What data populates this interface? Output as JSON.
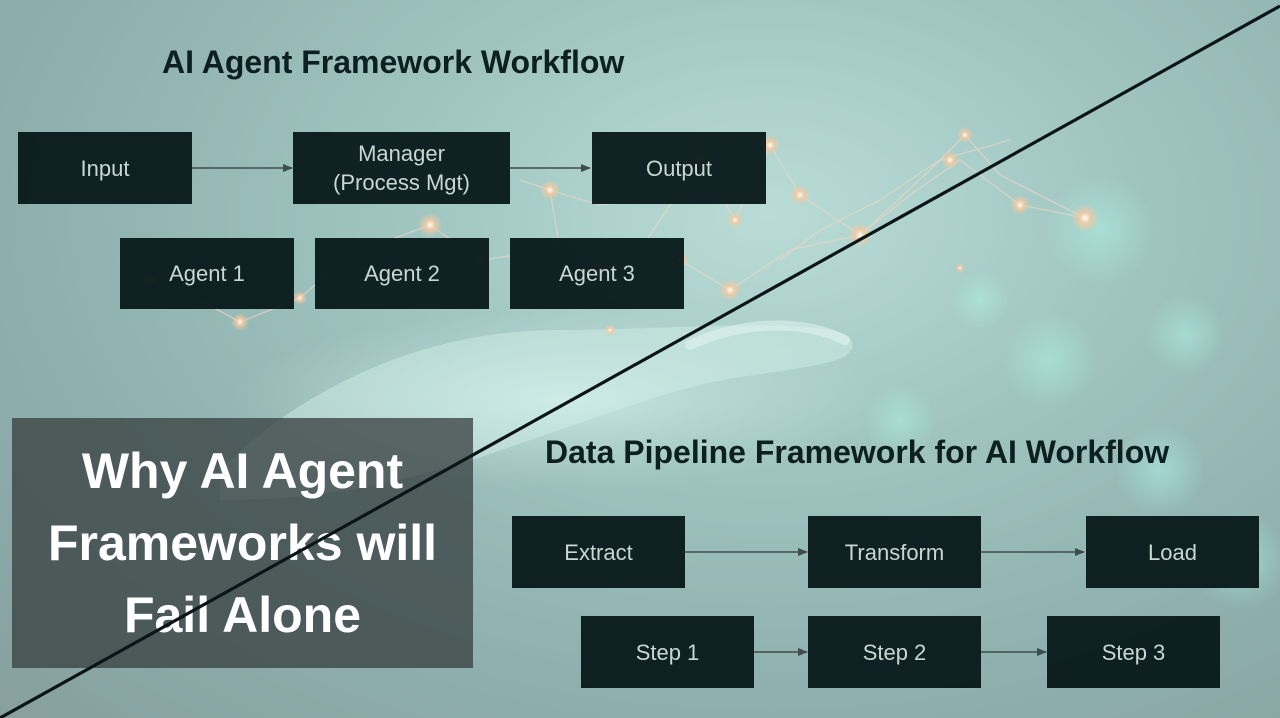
{
  "workflow": {
    "title": "AI Agent Framework Workflow",
    "input": "Input",
    "manager_line1": "Manager",
    "manager_line2": "(Process Mgt)",
    "output": "Output",
    "agents": [
      "Agent 1",
      "Agent 2",
      "Agent 3"
    ]
  },
  "pipeline": {
    "title": "Data Pipeline Framework for AI Workflow",
    "stages": [
      "Extract",
      "Transform",
      "Load"
    ],
    "steps": [
      "Step 1",
      "Step 2",
      "Step 3"
    ]
  },
  "callout": {
    "line1": "Why AI Agent",
    "line2": "Frameworks will",
    "line3": "Fail Alone"
  },
  "colors": {
    "box_bg": "#061618",
    "box_text": "#c9d6d4",
    "title_text": "#0d1f22",
    "callout_bg": "#3a4243",
    "node_glow": "#f5c9a0"
  },
  "background_icons": [
    "open-hand-icon",
    "network-nodes-icon"
  ]
}
